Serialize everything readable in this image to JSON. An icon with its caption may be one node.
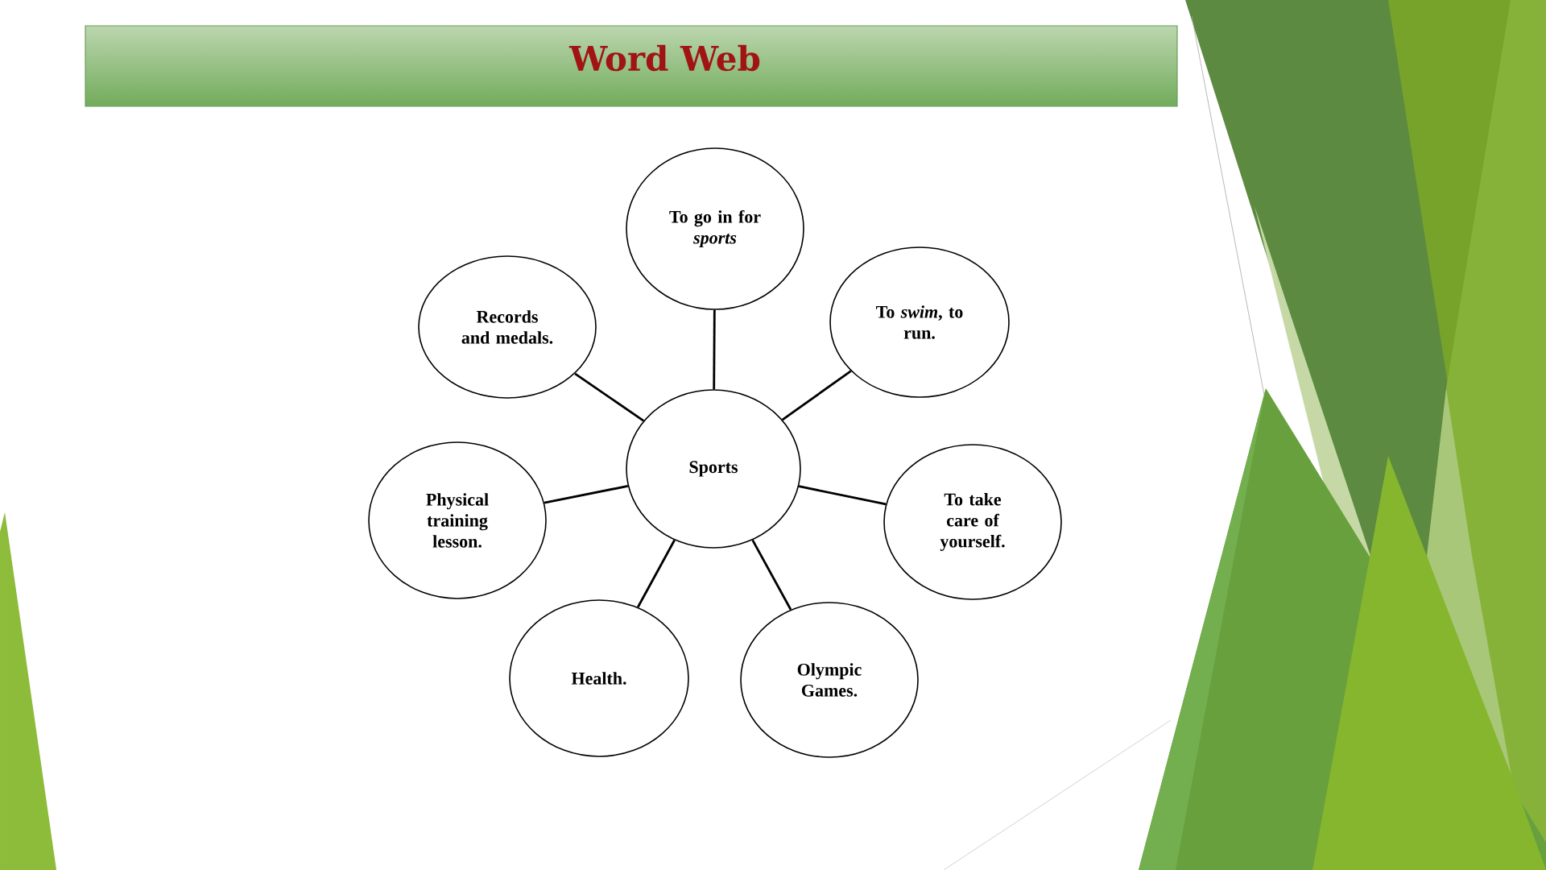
{
  "diagram": {
    "title": "Word Web",
    "nodes": [
      {
        "text": [
          "Sports"
        ]
      },
      {
        "text": [
          "To go in for *sports*"
        ]
      },
      {
        "text": [
          "To *swim*, to run."
        ]
      },
      {
        "text": [
          "To take care of yourself."
        ]
      },
      {
        "text": [
          "Olympic Games."
        ]
      },
      {
        "text": [
          "Health."
        ]
      },
      {
        "text": [
          "Physical training lesson."
        ]
      },
      {
        "text": [
          "Records and medals."
        ]
      }
    ],
    "edges": [
      {
        "from": 0,
        "to": 1,
        "arrow": "none"
      },
      {
        "from": 0,
        "to": 2,
        "arrow": "none"
      },
      {
        "from": 0,
        "to": 3,
        "arrow": "none"
      },
      {
        "from": 0,
        "to": 4,
        "arrow": "none"
      },
      {
        "from": 0,
        "to": 5,
        "arrow": "none"
      },
      {
        "from": 0,
        "to": 6,
        "arrow": "none"
      },
      {
        "from": 0,
        "to": 7,
        "arrow": "none"
      }
    ]
  }
}
